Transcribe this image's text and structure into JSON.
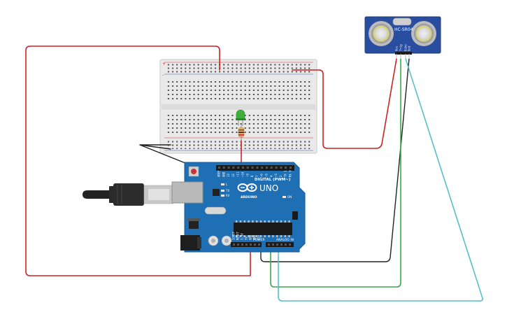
{
  "board": {
    "uno_label": "UNO",
    "arduino_label": "ARDUINO",
    "digital_label": "DIGITAL (PWM~)",
    "power_label": "POWER",
    "analog_label": "ANALOG IN",
    "tx_label": "TX",
    "rx_label": "RX",
    "l_label": "L",
    "on_label": "ON",
    "digital_pins": [
      "AREF",
      "GND",
      "13",
      "12",
      "~11",
      "~10",
      "~9",
      "8",
      "7",
      "~6",
      "~5",
      "4",
      "~3",
      "2",
      "TX 1",
      "RX 0"
    ],
    "power_pins": [
      "IOREF",
      "RESET",
      "3.3V",
      "5V",
      "GND",
      "GND",
      "Vin"
    ],
    "analog_pins": [
      "A0",
      "A1",
      "A2",
      "A3",
      "A4",
      "A5"
    ],
    "color": "#1f6fb5"
  },
  "sensor": {
    "model_label": "HC-SR04",
    "pin_labels": [
      "Vcc",
      "Trig",
      "Echo",
      "Gnd"
    ],
    "color": "#2a4e9f"
  },
  "breadboard": {
    "plus_sign": "+",
    "minus_sign": "-"
  },
  "led": {
    "color": "#3fae3f"
  },
  "wires": {
    "power_color": "#cc2222",
    "ground_color": "#222222",
    "trig_color": "#3aa84a",
    "echo_color": "#55c0c8"
  }
}
